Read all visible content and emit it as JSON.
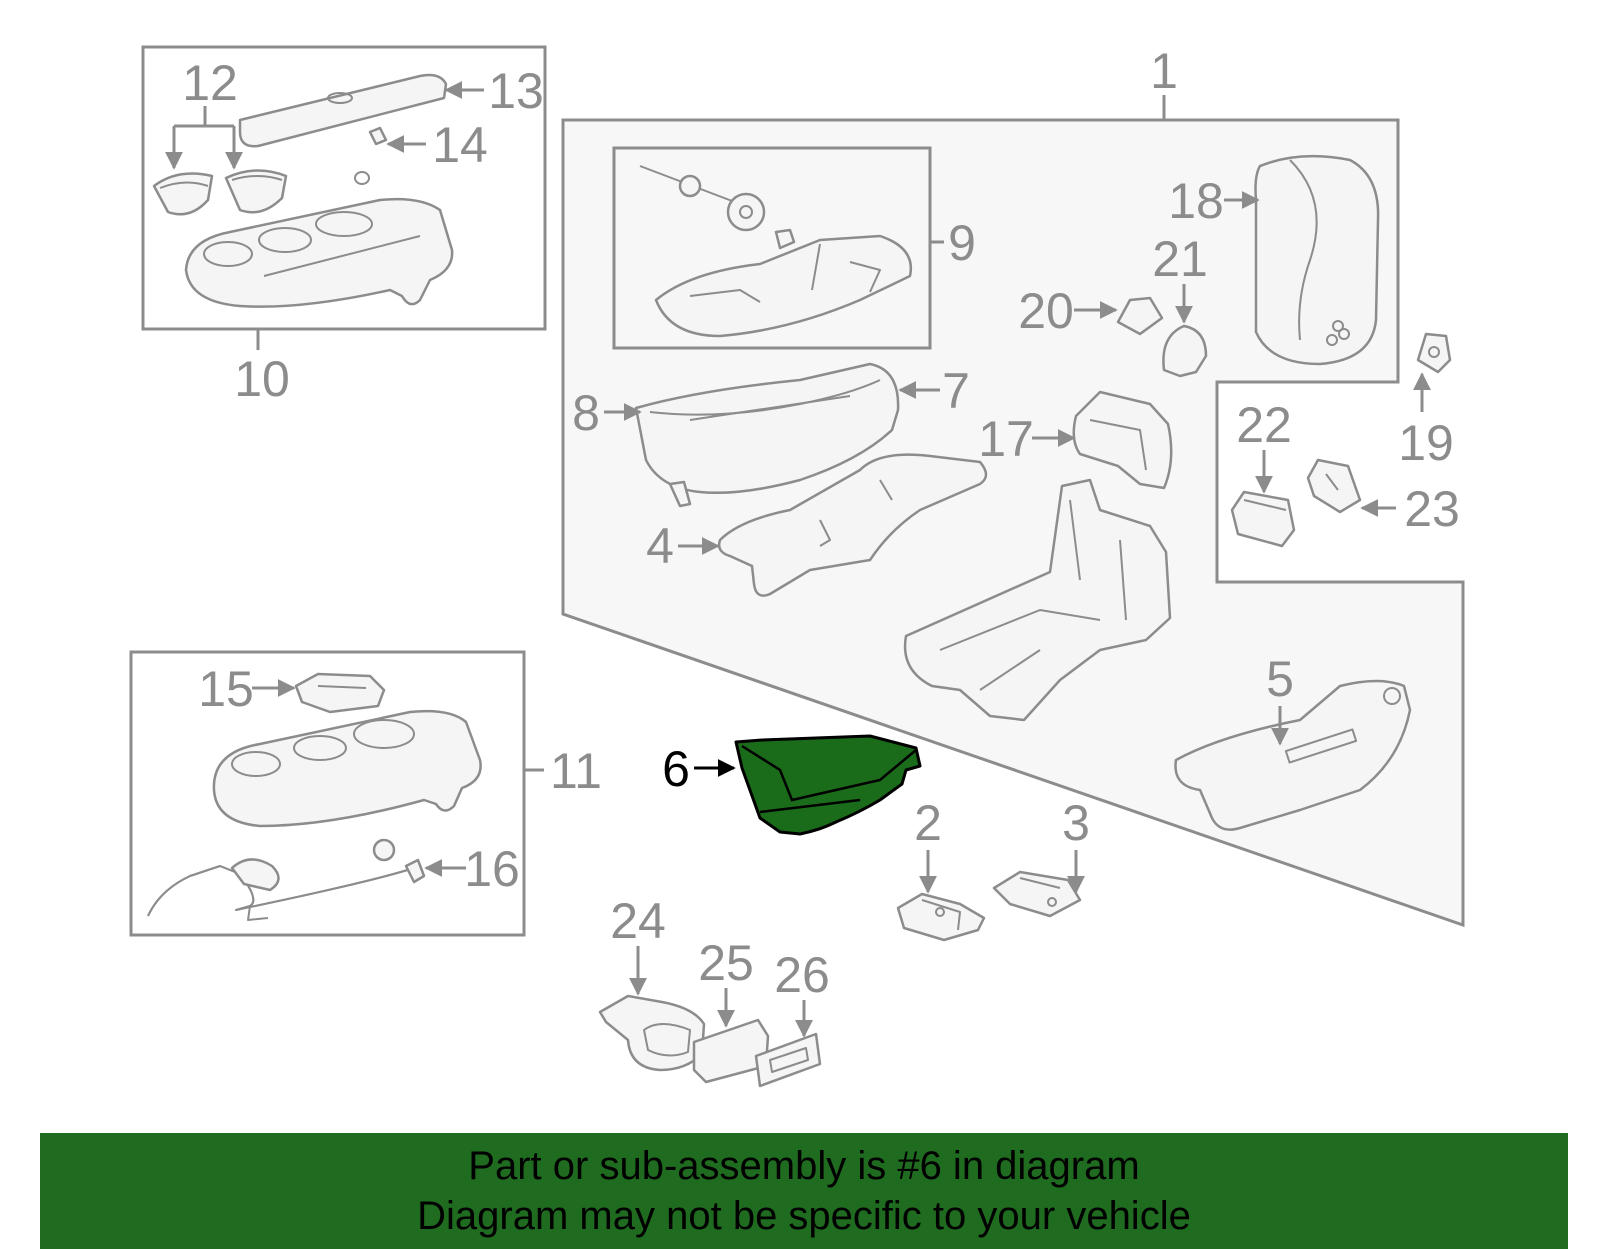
{
  "callouts": {
    "c1": "1",
    "c2": "2",
    "c3": "3",
    "c4": "4",
    "c5": "5",
    "c6": "6",
    "c7": "7",
    "c8": "8",
    "c9": "9",
    "c10": "10",
    "c11": "11",
    "c12": "12",
    "c13": "13",
    "c14": "14",
    "c15": "15",
    "c16": "16",
    "c17": "17",
    "c18": "18",
    "c19": "19",
    "c20": "20",
    "c21": "21",
    "c22": "22",
    "c23": "23",
    "c24": "24",
    "c25": "25",
    "c26": "26"
  },
  "highlight": {
    "part": "6",
    "color": "#1f6b1f"
  },
  "banner": {
    "line1": "Part or sub-assembly is #6 in diagram",
    "line2": "Diagram may not be specific to your vehicle"
  }
}
